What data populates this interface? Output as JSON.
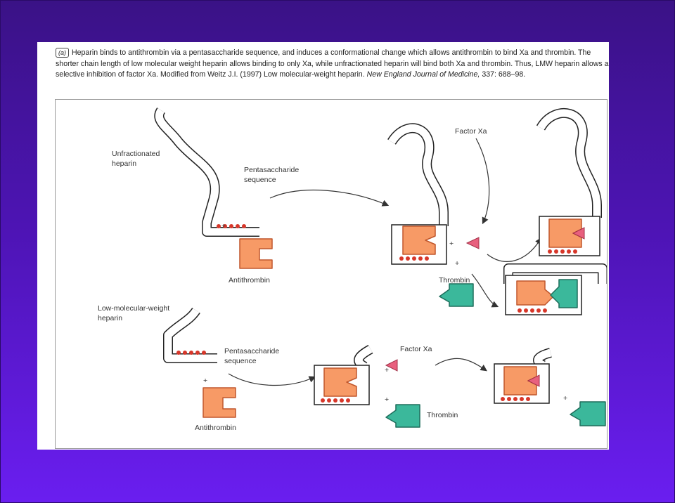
{
  "caption": {
    "tag": "(a)",
    "text_main": "Heparin binds to antithrombin via a pentasaccharide sequence, and induces a conformational change which allows antithrombin to bind Xa and thrombin. The shorter chain length of low molecular weight heparin allows binding to only Xa, while unfractionated heparin will bind both Xa and thrombin. Thus, LMW heparin allows a selective inhibition of factor Xa. Modified from Weitz J.I. (1997) Low molecular-weight heparin.",
    "journal": "New England Journal of Medicine,",
    "citation_end": "337: 688–98."
  },
  "labels": {
    "unfractionated_line1": "Unfractionated",
    "unfractionated_line2": "heparin",
    "pentasaccharide_line1": "Pentasaccharide",
    "pentasaccharide_line2": "sequence",
    "antithrombin": "Antithrombin",
    "factor_xa": "Factor Xa",
    "thrombin": "Thrombin",
    "lmw_line1": "Low-molecular-weight",
    "lmw_line2": "heparin",
    "plus": "+"
  },
  "colors": {
    "antithrombin": "#f79a66",
    "factor_xa": "#e8607e",
    "thrombin": "#3bb89b",
    "bead": "#d7372a",
    "background_top": "#3a1286",
    "background_bottom": "#6a1ef0"
  }
}
